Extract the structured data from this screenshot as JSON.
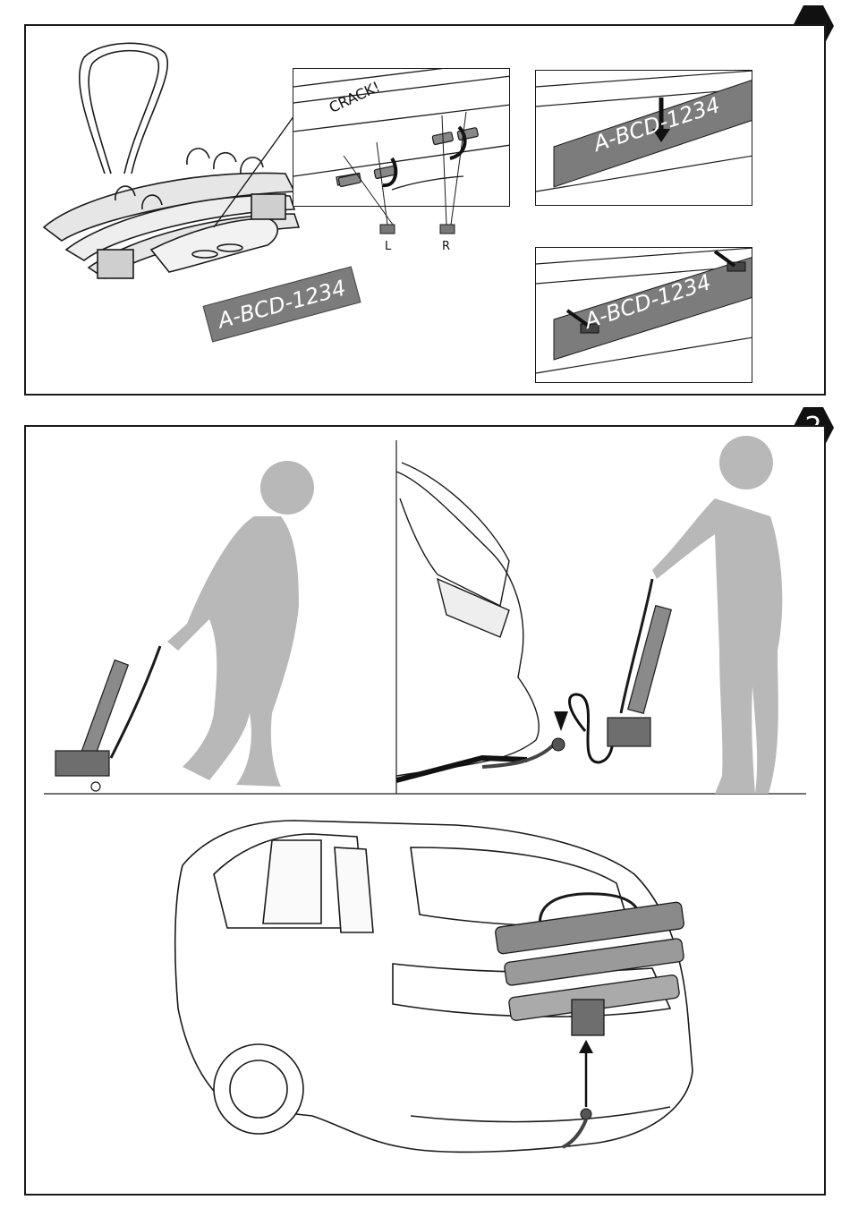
{
  "steps": {
    "step1": {
      "number": ""
    },
    "step2": {
      "number": "2"
    }
  },
  "plate": {
    "text": "A-BCD-1234"
  },
  "detail": {
    "crack_label": "CRACK!",
    "left_label": "L",
    "right_label": "R"
  },
  "colors": {
    "line": "#1a1a1a",
    "plate_gray": "#7c7c7c",
    "figure_gray": "#b8b8b8",
    "badge_black": "#111111"
  }
}
